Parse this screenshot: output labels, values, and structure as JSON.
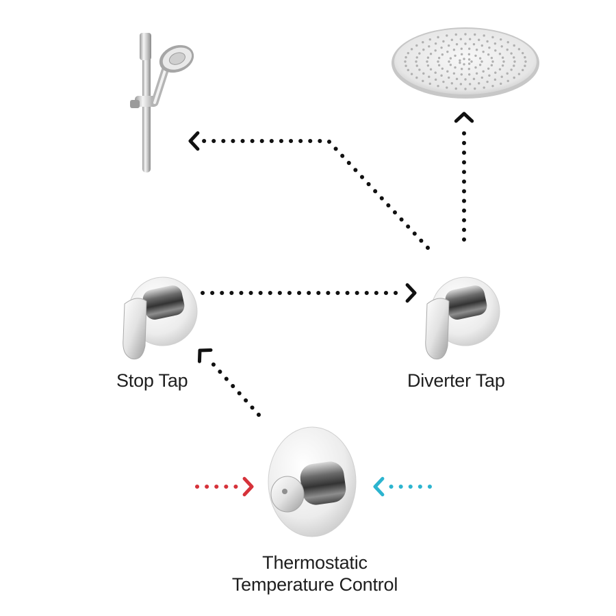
{
  "labels": {
    "stop_tap": "Stop Tap",
    "diverter_tap": "Diverter Tap",
    "thermostatic_line1": "Thermostatic",
    "thermostatic_line2": "Temperature Control"
  },
  "components": [
    {
      "id": "slide-rail-shower",
      "icon": "handheld-shower-slide-rail-icon"
    },
    {
      "id": "overhead-shower",
      "icon": "round-shower-head-icon"
    },
    {
      "id": "stop-tap",
      "icon": "lever-valve-icon"
    },
    {
      "id": "diverter-tap",
      "icon": "lever-valve-icon"
    },
    {
      "id": "thermostatic-control",
      "icon": "round-thermostatic-valve-icon"
    }
  ],
  "flows": [
    {
      "from": "diverter-tap",
      "to": "slide-rail-shower"
    },
    {
      "from": "diverter-tap",
      "to": "overhead-shower"
    },
    {
      "from": "stop-tap",
      "to": "diverter-tap"
    },
    {
      "from": "thermostatic-control",
      "to": "stop-tap"
    },
    {
      "from": "hot-supply",
      "to": "thermostatic-control"
    },
    {
      "from": "cold-supply",
      "to": "thermostatic-control"
    }
  ],
  "colors": {
    "flow": "#111111",
    "hot_supply": "#d6323a",
    "cold_supply": "#2cb4cf",
    "chrome_light": "#f4f4f4",
    "chrome_dark": "#5a5a5a"
  }
}
